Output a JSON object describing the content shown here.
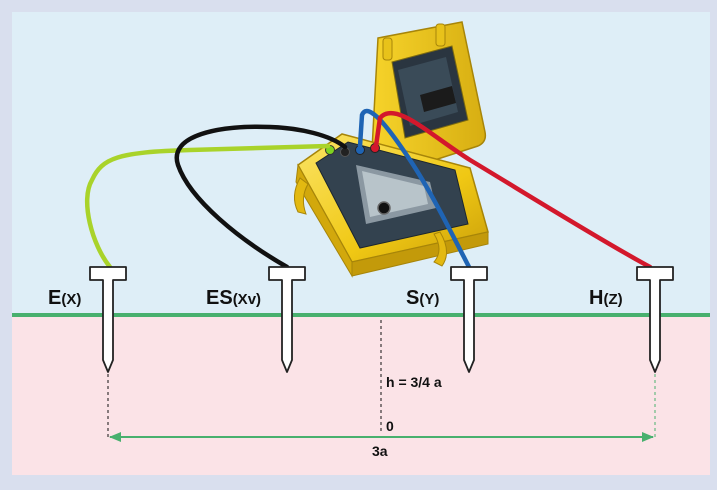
{
  "colors": {
    "frame": "#d9dfee",
    "sky": "#deeef7",
    "ground": "#fbe3e7",
    "ground_line": "#48b06e",
    "dimension_arrow": "#48b06e",
    "cable_e": "#a9d32a",
    "cable_es": "#111111",
    "cable_s": "#1f64b4",
    "cable_h": "#d3182c",
    "tester_body": "#f5d21c"
  },
  "probes": [
    {
      "id": "e",
      "name": "E",
      "suffix": "(X)"
    },
    {
      "id": "es",
      "name": "ES",
      "suffix": "(Xv)"
    },
    {
      "id": "s",
      "name": "S",
      "suffix": "(Y)"
    },
    {
      "id": "h",
      "name": "H",
      "suffix": "(Z)"
    }
  ],
  "annotations": {
    "depth": "h = 3/4 a",
    "origin": "0",
    "distance": "3a"
  },
  "icons": {
    "instrument": "earth-resistance-tester-icon",
    "stake": "ground-stake-icon"
  }
}
